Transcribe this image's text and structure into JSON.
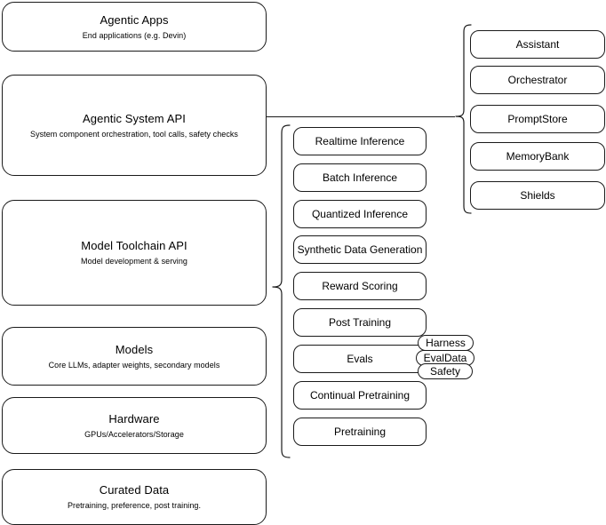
{
  "diagram": {
    "title": "AI Stack Layered Architecture Diagram",
    "stroke_color": "#1a1a1a",
    "background_color": "#ffffff"
  },
  "left_stack": [
    {
      "title": "Agentic Apps",
      "subtitle": "End applications (e.g. Devin)"
    },
    {
      "title": "Agentic System API",
      "subtitle": "System component orchestration, tool calls, safety checks"
    },
    {
      "title": "Model Toolchain API",
      "subtitle": "Model development & serving"
    },
    {
      "title": "Models",
      "subtitle": "Core LLMs, adapter weights, secondary models"
    },
    {
      "title": "Hardware",
      "subtitle": "GPUs/Accelerators/Storage"
    },
    {
      "title": "Curated Data",
      "subtitle": "Pretraining, preference, post training."
    }
  ],
  "middle_column": [
    {
      "label": "Realtime Inference"
    },
    {
      "label": "Batch Inference"
    },
    {
      "label": "Quantized Inference"
    },
    {
      "label": "Synthetic Data Generation"
    },
    {
      "label": "Reward Scoring"
    },
    {
      "label": "Post Training"
    },
    {
      "label": "Evals"
    },
    {
      "label": "Continual Pretraining"
    },
    {
      "label": "Pretraining"
    }
  ],
  "right_column": [
    {
      "label": "Assistant"
    },
    {
      "label": "Orchestrator"
    },
    {
      "label": "PromptStore"
    },
    {
      "label": "MemoryBank"
    },
    {
      "label": "Shields"
    }
  ],
  "eval_pills": [
    {
      "label": "Harness"
    },
    {
      "label": "EvalData"
    },
    {
      "label": "Safety"
    }
  ]
}
